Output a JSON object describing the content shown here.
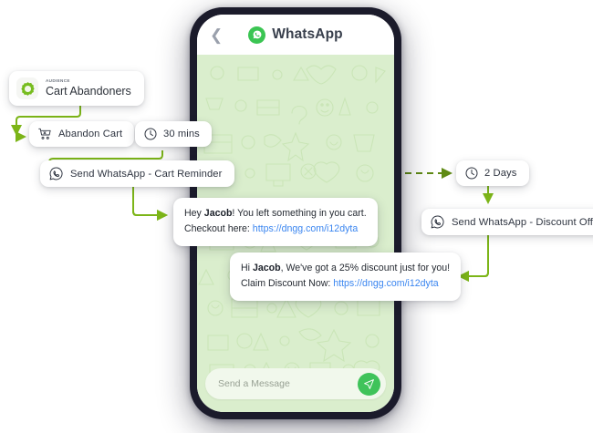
{
  "colors": {
    "connector": "#7cb518",
    "whatsapp_green": "#3bc553",
    "send_button": "#3fc35a",
    "chat_bg": "#daeecd",
    "link": "#3b86f0",
    "phone_frame": "#1b1b2b"
  },
  "phone": {
    "header": {
      "back_icon": "chevron-left-icon",
      "logo_icon": "whatsapp-logo-icon",
      "title": "WhatsApp"
    },
    "composer": {
      "placeholder": "Send a Message",
      "send_icon": "send-plane-icon"
    }
  },
  "flow": {
    "audience": {
      "icon": "audience-badge-icon",
      "kicker": "AUDIENCE",
      "name": "Cart Abandoners"
    },
    "nodes": [
      {
        "id": "abandon-cart",
        "icon": "cart-remove-icon",
        "label": "Abandon Cart"
      },
      {
        "id": "wait-30-mins",
        "icon": "clock-icon",
        "label": "30 mins"
      },
      {
        "id": "send-cart-reminder",
        "icon": "whatsapp-outline-icon",
        "label": "Send WhatsApp - Cart Reminder"
      },
      {
        "id": "wait-2-days",
        "icon": "clock-icon",
        "label": "2 Days"
      },
      {
        "id": "send-discount-offer",
        "icon": "whatsapp-outline-icon",
        "label": "Send WhatsApp - Discount Offer"
      }
    ]
  },
  "messages": [
    {
      "id": "cart-reminder-message",
      "line1_pre": "Hey ",
      "line1_bold": "Jacob",
      "line1_post": "! You left something in you cart.",
      "line2_pre": "Checkout here: ",
      "line2_link": "https://dngg.com/i12dyta"
    },
    {
      "id": "discount-offer-message",
      "line1_pre": "Hi ",
      "line1_bold": "Jacob",
      "line1_post": ", We've got a 25% discount just for you!",
      "line2_pre": "Claim Discount Now: ",
      "line2_link": "https://dngg.com/i12dyta"
    }
  ]
}
